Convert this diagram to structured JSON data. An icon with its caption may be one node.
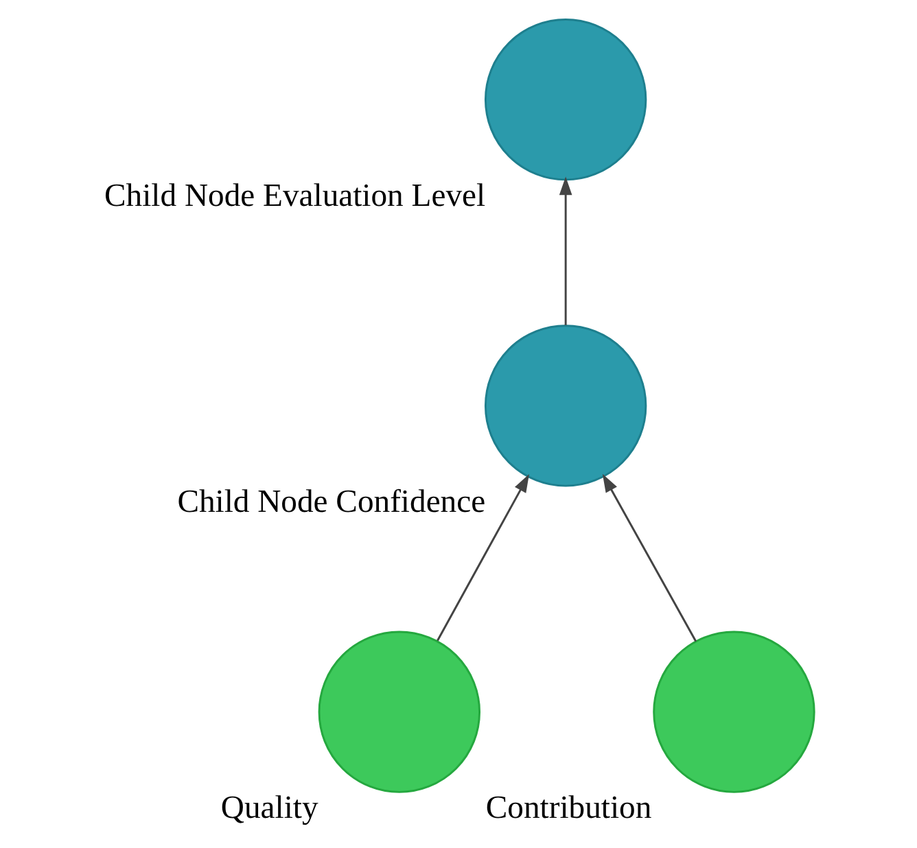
{
  "diagram": {
    "nodes": [
      {
        "text": [
          "Child Node Evaluation Level"
        ]
      },
      {
        "text": [
          "Child Node Confidence"
        ]
      },
      {
        "text": [
          "Quality"
        ]
      },
      {
        "text": [
          "Contribution"
        ]
      }
    ],
    "edges": [
      {
        "from": 1,
        "to": 0,
        "arrow": "to"
      },
      {
        "from": 2,
        "to": 1,
        "arrow": "to"
      },
      {
        "from": 3,
        "to": 1,
        "arrow": "to"
      }
    ]
  }
}
